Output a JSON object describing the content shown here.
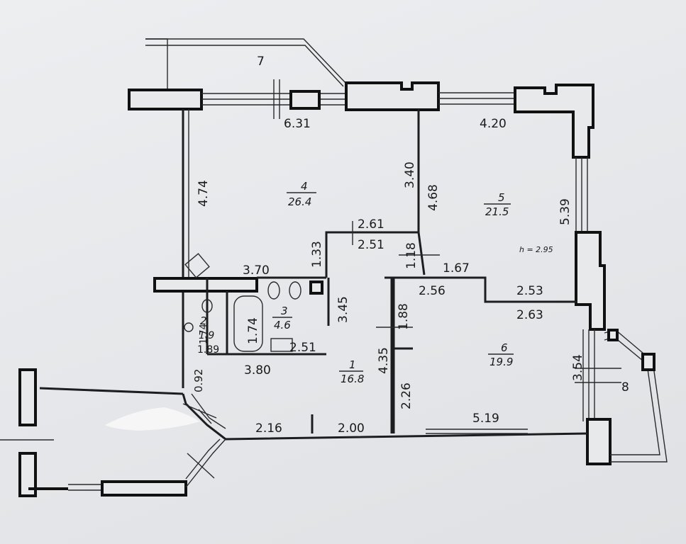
{
  "plan": {
    "ceiling_height": "h = 2.95",
    "rooms": [
      {
        "id": "1",
        "area": "16.8"
      },
      {
        "id": "2",
        "area": "1.9"
      },
      {
        "id": "3",
        "area": "4.6"
      },
      {
        "id": "4",
        "area": "26.4"
      },
      {
        "id": "5",
        "area": "21.5"
      },
      {
        "id": "6",
        "area": "19.9"
      },
      {
        "id": "7",
        "area": ""
      },
      {
        "id": "8",
        "area": ""
      }
    ],
    "dimensions": [
      "6.31",
      "4.20",
      "4.74",
      "3.40",
      "4.68",
      "5.39",
      "2.61",
      "2.51",
      "1.33",
      "1.18",
      "1.67",
      "3.70",
      "3.45",
      "2.56",
      "2.53",
      "2.63",
      "1.74",
      "2.51",
      "1.88",
      "4.35",
      "1.74",
      "1.89",
      "0.92",
      "3.80",
      "2.26",
      "3.54",
      "2.16",
      "2.00",
      "5.19"
    ]
  }
}
